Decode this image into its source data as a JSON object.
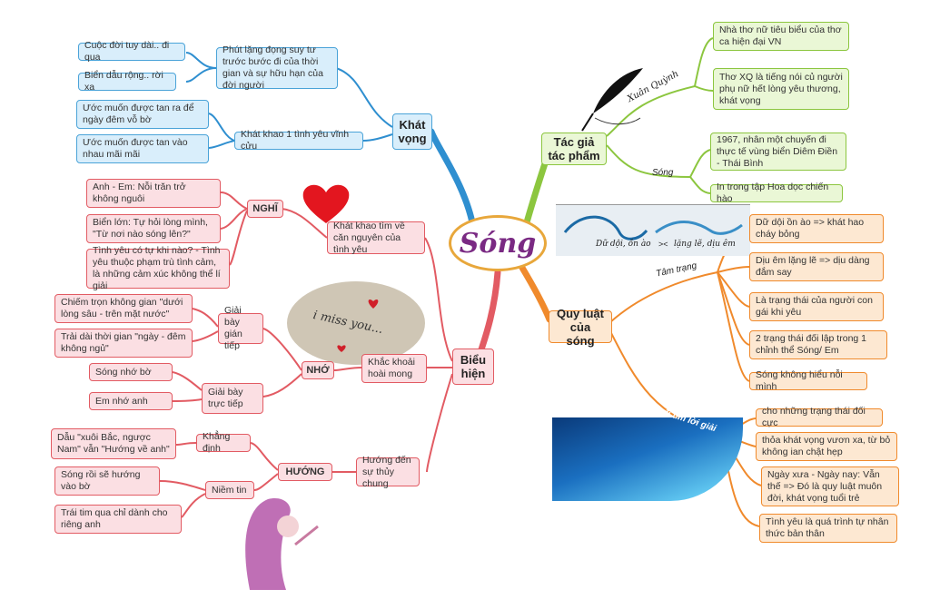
{
  "center": {
    "title": "Sóng"
  },
  "colors": {
    "blue": "#4aa3d8",
    "green": "#8cc63f",
    "red": "#e25b63",
    "orange": "#f08a2c",
    "center_border": "#e8a73b",
    "title": "#7a2a83"
  },
  "khat_vong": {
    "label": "Khát vọng",
    "phut_lang": "Phút lặng đọng suy tư trước bước đi của thời gian và sự hữu hạn của đời người",
    "cuoc_doi": "Cuộc đời tuy dài.. đi qua",
    "bien_dau": "Biển dẫu rộng.. rời xa",
    "khat_khao": "Khát khao 1 tình yêu vĩnh cửu",
    "uoc_muon_1": "Ước muốn được tan ra để ngày đêm vỗ bờ",
    "uoc_muon_2": "Ước muốn được tan vào nhau mãi mãi"
  },
  "tac_gia": {
    "label": "Tác giả tác phẩm",
    "author_label": "Xuân Quỳnh",
    "work_label": "Sóng",
    "nha_tho": "Nhà thơ nữ tiêu biểu của thơ ca hiện đại VN",
    "tho_xq": "Thơ XQ là tiếng nói củ người phụ nữ hết lòng yêu thương, khát vọng",
    "nam_1967": "1967, nhân một chuyến đi thực tế vùng biển Diêm Điền - Thái Bình",
    "in_trong": "In trong tập Hoa dọc chiến hào"
  },
  "quy_luat": {
    "label": "Quy luật của sóng",
    "tam_trang_label": "Tâm trạng",
    "tim_loi_giai_label": "đi tìm lời giải",
    "tam_trang": [
      "Dữ dội ồn ào => khát hao cháy bỏng",
      "Dịu êm lặng lẽ => dịu dàng đắm say",
      "Là trạng thái của người con gái khi yêu",
      "2 trạng thái đối lập trong 1 chỉnh thể Sóng/ Em",
      "Sóng không hiểu nỗi mình"
    ],
    "loi_giai": [
      "cho những trạng thái đối cực",
      "thỏa khát vọng vươn xa, từ bỏ không ian chật hẹp",
      "Ngày xưa - Ngày nay: Vẫn thế => Đó là quy luật muôn đời, khát vọng tuổi trẻ",
      "Tình yêu là quá trình tự nhân thức bản thân"
    ],
    "wave_caption_left": "Dữ dội, ồn ào",
    "wave_caption_mid": "><",
    "wave_caption_right": "lặng lẽ, dịu êm"
  },
  "bieu_hien": {
    "label": "Biểu hiện",
    "khat_khao_tim": "Khát khao tìm về căn nguyên của tình yêu",
    "nghi": "NGHĨ",
    "anh_em": "Anh - Em: Nỗi trăn trở không nguôi",
    "bien_lon": "Biển lớn: Tự hỏi lòng mình, \"Từ nơi nào sóng lên?\"",
    "tinh_yeu_co": "Tình yêu có tự khi nào? - Tình yêu thuộc phạm trù tình cảm, là những cảm xúc không thể lí giải",
    "khac_khoai": "Khắc khoải hoài mong",
    "nho": "NHỚ",
    "gian_tiep": "Giải bày gián tiếp",
    "chiem_tron": "Chiếm trọn không gian \"dưới lòng sâu - trên mặt nước\"",
    "trai_dai": "Trải dài thời gian \"ngày - đêm không ngủ\"",
    "truc_tiep": "Giải bày trực tiếp",
    "song_nho": "Sóng nhớ bờ",
    "em_nho": "Em nhớ anh",
    "huong_den": "Hướng đến sự thủy chung",
    "huong": "HƯỚNG",
    "khang_dinh": "Khẳng định",
    "dau_xuoi": "Dẫu \"xuôi Bắc, ngược Nam\" vẫn \"Hướng về anh\"",
    "niem_tin": "Niềm tin",
    "song_roi": "Sóng rồi sẽ hướng vào bờ",
    "trai_tim": "Trái tim qua chỉ dành cho riêng anh"
  },
  "decor": {
    "miss_you_text": "i miss you..."
  }
}
